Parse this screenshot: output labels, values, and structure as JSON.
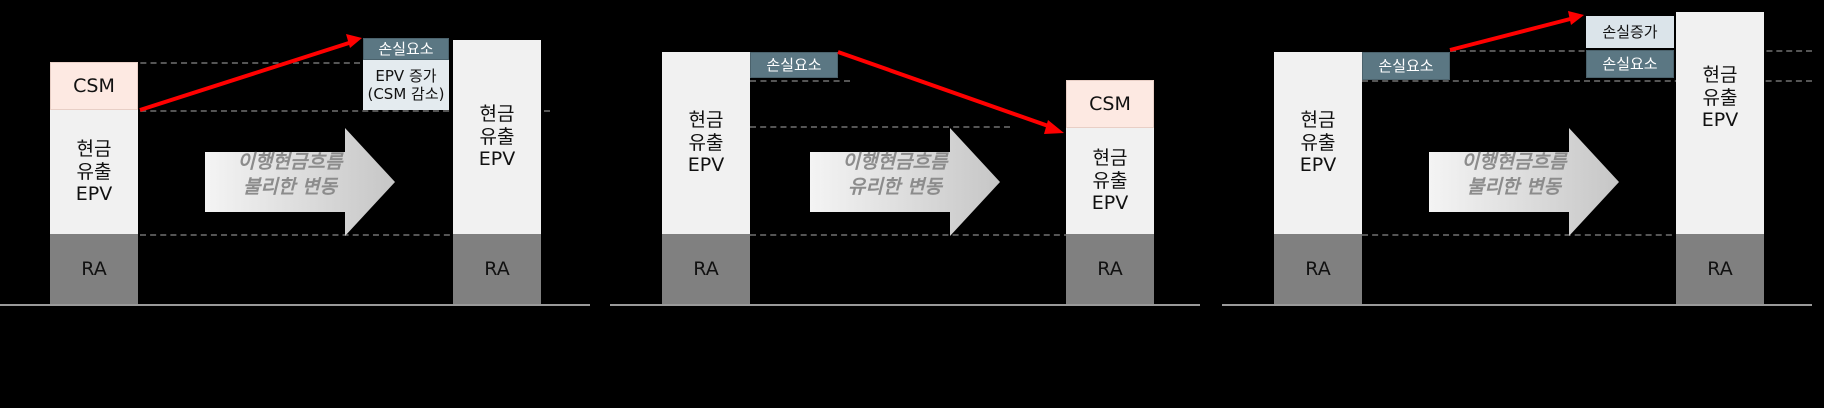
{
  "panels": [
    {
      "left_epv": "현금\n유출\nEPV",
      "left_ra": "RA",
      "left_csm": "CSM",
      "arrow_text": "이행현금흐름\n불리한 변동",
      "loss_label": "손실요소",
      "epv_increase": "EPV 증가\n(CSM 감소)",
      "right_epv": "현금\n유출\nEPV",
      "right_ra": "RA"
    },
    {
      "left_epv": "현금\n유출\nEPV",
      "left_ra": "RA",
      "loss_label": "손실요소",
      "arrow_text": "이행현금흐름\n유리한 변동",
      "right_csm": "CSM",
      "right_epv": "현금\n유출\nEPV",
      "right_ra": "RA"
    },
    {
      "left_epv": "현금\n유출\nEPV",
      "left_ra": "RA",
      "loss_label": "손실요소",
      "arrow_text": "이행현금흐름\n불리한 변동",
      "loss_increase": "손실증가",
      "right_loss": "손실요소",
      "right_epv": "현금\n유출\nEPV",
      "right_ra": "RA"
    }
  ],
  "colors": {
    "arrow_red": "#ff0000",
    "loss_fill": "#5b7783",
    "csm_fill": "#fde9e2"
  }
}
